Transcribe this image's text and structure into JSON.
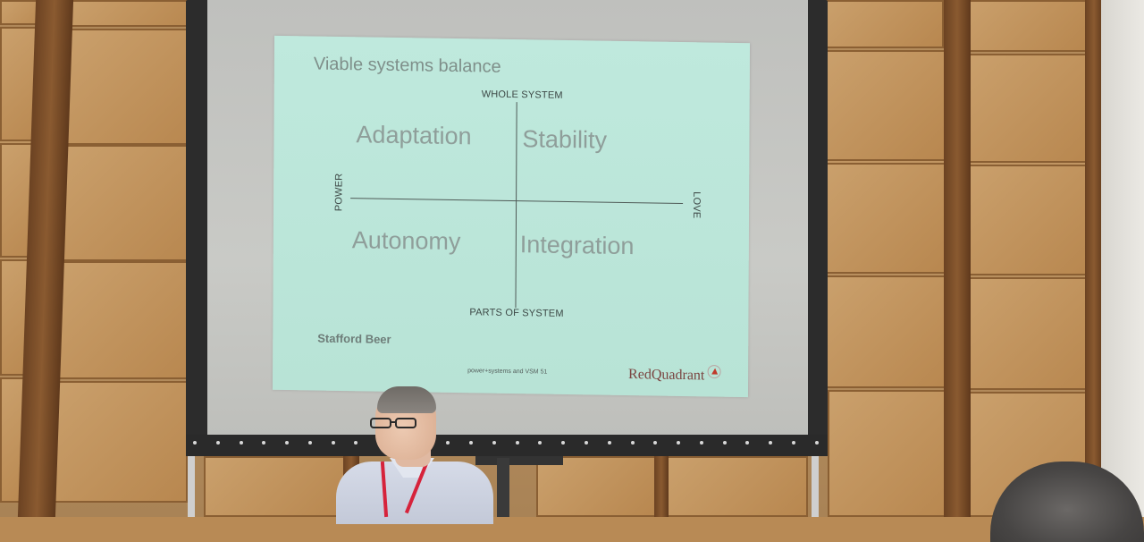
{
  "slide": {
    "title": "Viable systems balance",
    "axes": {
      "top": "WHOLE SYSTEM",
      "bottom": "PARTS OF SYSTEM",
      "left": "POWER",
      "right": "LOVE"
    },
    "quadrants": {
      "top_left": "Adaptation",
      "top_right": "Stability",
      "bottom_left": "Autonomy",
      "bottom_right": "Integration"
    },
    "author": "Stafford Beer",
    "footer": "power+systems and VSM 51",
    "brand": "RedQuadrant"
  },
  "colors": {
    "slide_bg": "#bfe9dd",
    "wood": "#c09562",
    "frame": "#2c2c2c",
    "lanyard": "#d6233b",
    "brand": "#7a4440"
  }
}
